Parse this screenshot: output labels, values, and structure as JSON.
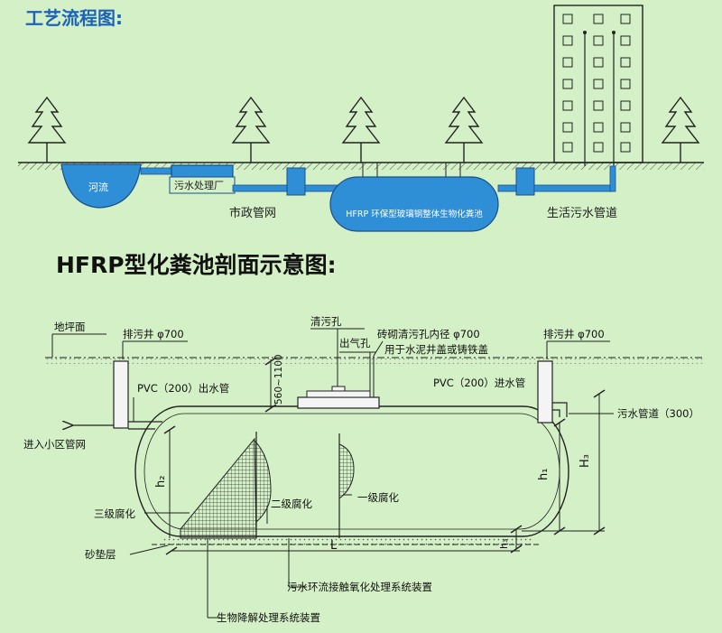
{
  "flow_title": "工艺流程图:",
  "flow_labels": {
    "river": "河流",
    "treatment_plant": "污水处理厂",
    "municipal_network": "市政管网",
    "tank": "HFRP 环保型玻璃钢整体生物化粪池",
    "domestic_pipe": "生活污水管道"
  },
  "section_title": "HFRP型化粪池剖面示意图:",
  "section_labels": {
    "ground": "地坪面",
    "drain_well_left": "排污井 φ700",
    "drain_well_right": "排污井 φ700",
    "clean_hole": "清污孔",
    "vent_hole": "出气孔",
    "brick_hole": "砖砌清污孔内径 φ700",
    "cover_note": "用于水泥井盖或铸铁盖",
    "outlet_pipe": "PVC（200）出水管",
    "inlet_pipe": "PVC（200）进水管",
    "depth": "560~1100",
    "community_net": "进入小区管网",
    "sewer_pipe": "污水管道（300）",
    "h2": "h₂",
    "h1": "h₁",
    "H3": "H₃",
    "h3": "h₃",
    "L": "L",
    "stage3": "三级腐化",
    "stage2": "二级腐化",
    "stage1": "一级腐化",
    "sand": "砂垫层",
    "contact_device": "污水环流接触氧化处理系统装置",
    "bio_device": "生物降解处理系统装置"
  },
  "colors": {
    "title_blue": "#1b62b8",
    "water_blue": "#2f8fd6",
    "line": "#222222",
    "background": "#d4f0c6"
  }
}
